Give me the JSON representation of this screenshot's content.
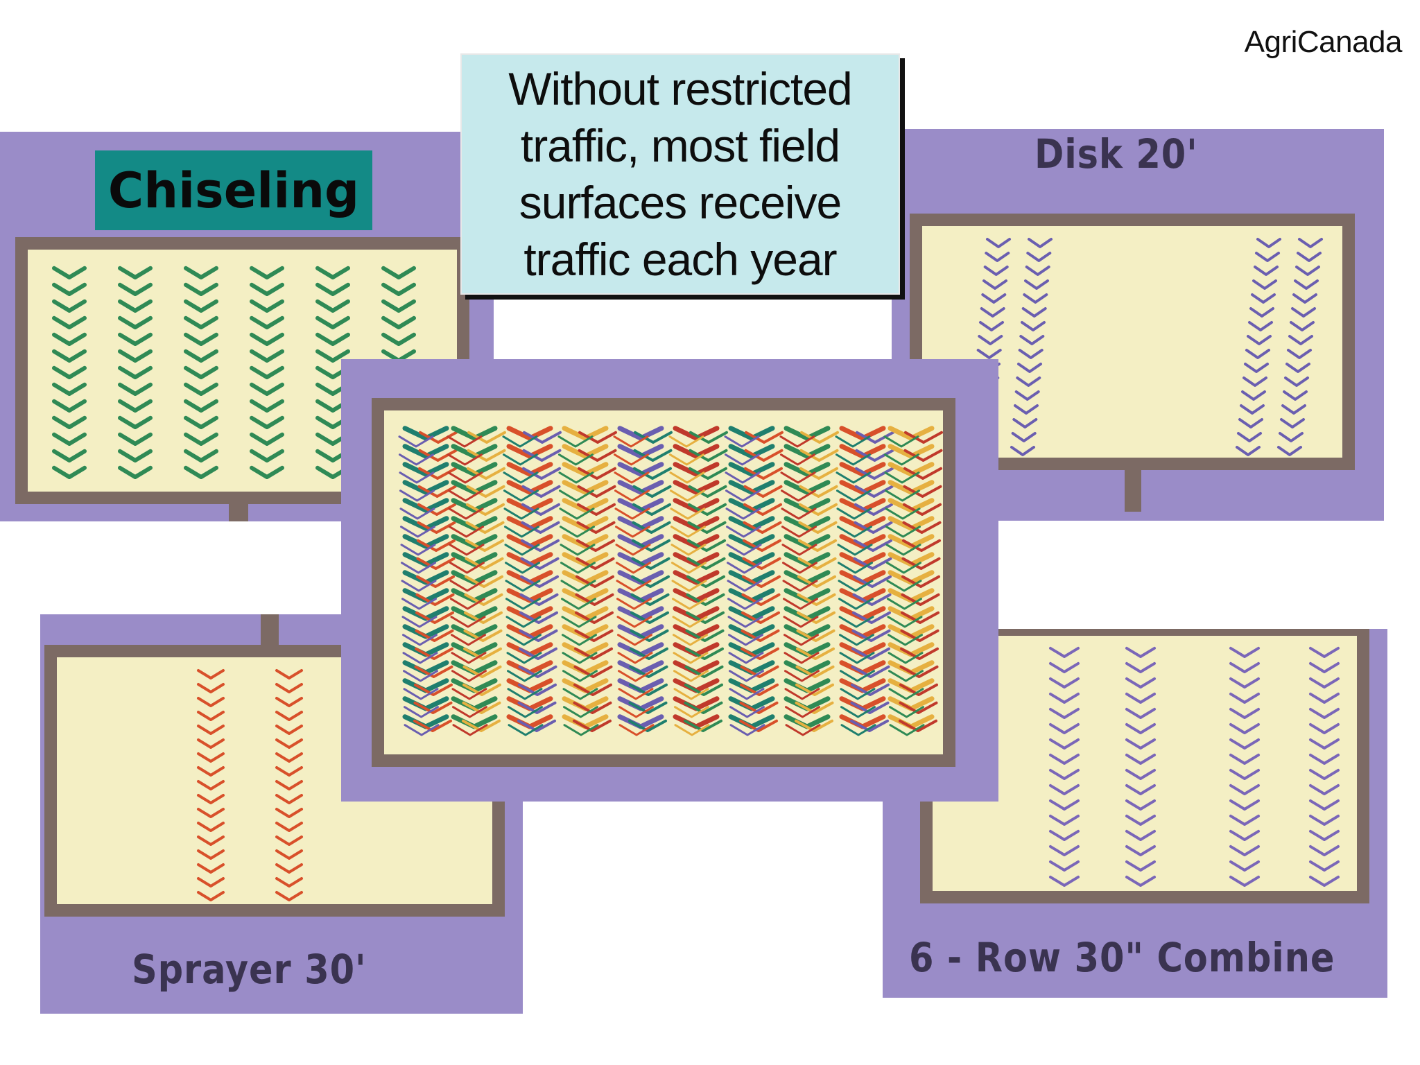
{
  "credit": "AgriCanada",
  "callout": {
    "lines": [
      "Without restricted",
      "traffic, most field",
      "surfaces receive",
      "traffic each year"
    ]
  },
  "panels": {
    "chiseling": {
      "label": "Chiseling",
      "track_color": "#2f8a55"
    },
    "disk": {
      "label": "Disk  20'",
      "track_color": "#6a5eb0"
    },
    "sprayer": {
      "label": "Sprayer  30'",
      "track_color": "#d8502a"
    },
    "combine": {
      "label": "6 - Row 30\"  Combine",
      "track_color": "#7a66b8"
    },
    "combined": {
      "track_colors": [
        "#1f7f6e",
        "#2f8a55",
        "#d8502a",
        "#e6b040",
        "#6a5eb0",
        "#c0392b"
      ]
    }
  },
  "colors": {
    "panel_bg": "#9a8cc8",
    "field_bg": "#f4efc4",
    "field_border": "#7c6a64",
    "label_bg": "#138a86",
    "callout_bg": "#c6e9ec"
  }
}
